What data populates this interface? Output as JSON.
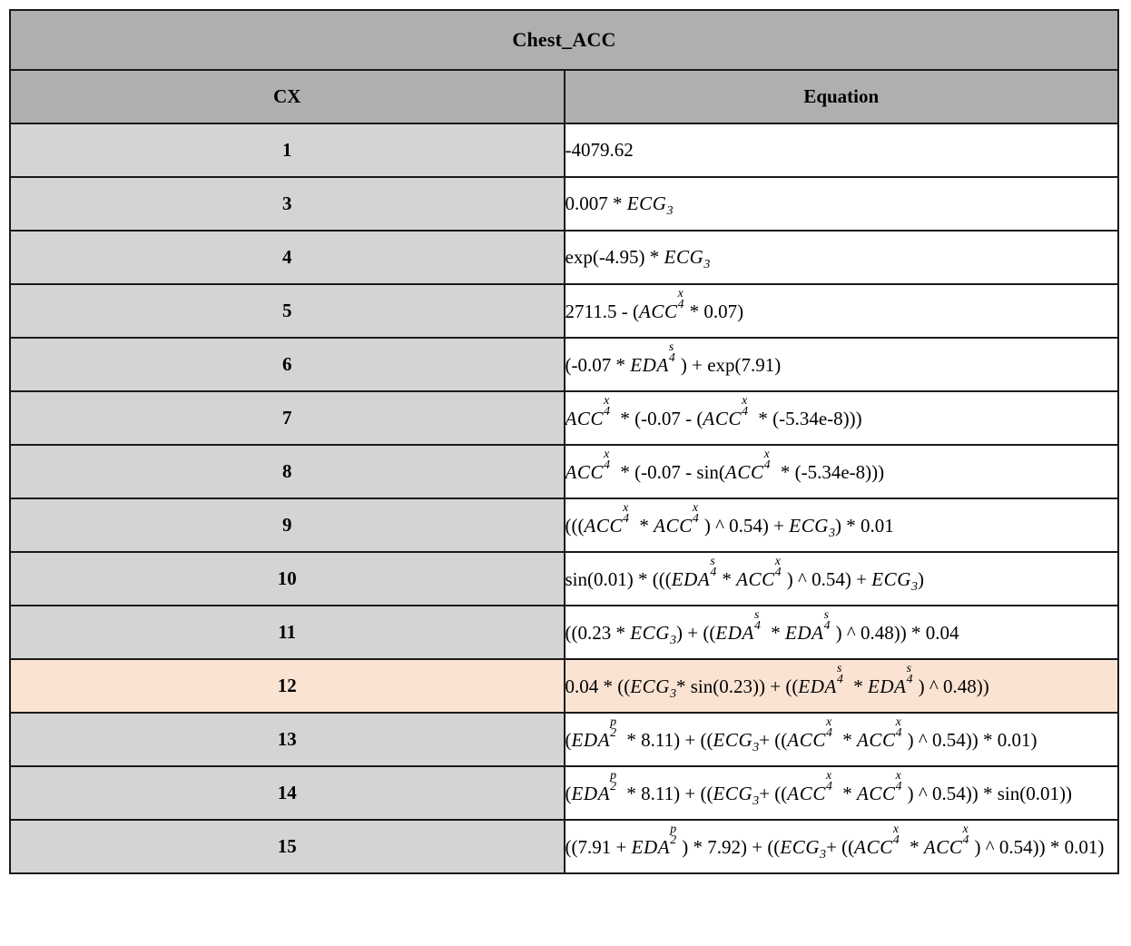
{
  "table": {
    "title": "Chest_ACC",
    "columns": [
      {
        "key": "cx",
        "label": "CX"
      },
      {
        "key": "equation",
        "label": "Equation"
      }
    ],
    "highlight_color": "#FAE3D3",
    "header_color": "#AFAFAF",
    "index_column_color": "#D4D4D4",
    "border_color": "#1A1A1A",
    "rows": [
      {
        "cx": "1",
        "highlighted": false,
        "equation_text": "-4079.62",
        "equation": [
          {
            "t": "p",
            "v": "-4079.62"
          }
        ]
      },
      {
        "cx": "3",
        "highlighted": false,
        "equation_text": "0.007 * ECG_3",
        "equation": [
          {
            "t": "p",
            "v": "0.007 * "
          },
          {
            "t": "v",
            "base": "ECG",
            "sub": "3"
          }
        ]
      },
      {
        "cx": "4",
        "highlighted": false,
        "equation_text": "exp(-4.95) * ECG_3",
        "equation": [
          {
            "t": "p",
            "v": "exp(-4.95) * "
          },
          {
            "t": "v",
            "base": "ECG",
            "sub": "3"
          }
        ]
      },
      {
        "cx": "5",
        "highlighted": false,
        "equation_text": "2711.5 - (ACC_4^x * 0.07)",
        "equation": [
          {
            "t": "p",
            "v": "2711.5 - ("
          },
          {
            "t": "v",
            "base": "ACC",
            "sub": "4",
            "sup": "x"
          },
          {
            "t": "p",
            "v": "* 0.07)"
          }
        ]
      },
      {
        "cx": "6",
        "highlighted": false,
        "equation_text": "(-0.07 * EDA_4^s) + exp(7.91)",
        "equation": [
          {
            "t": "p",
            "v": "(-0.07 * "
          },
          {
            "t": "v",
            "base": "EDA",
            "sub": "4",
            "sup": "s"
          },
          {
            "t": "p",
            "v": ") + exp(7.91)"
          }
        ]
      },
      {
        "cx": "7",
        "highlighted": false,
        "equation_text": "ACC_4^x * (-0.07 - (ACC_4^x * (-5.34e-8)))",
        "equation": [
          {
            "t": "v",
            "base": "ACC",
            "sub": "4",
            "sup": "x"
          },
          {
            "t": "p",
            "v": " * (-0.07 - ("
          },
          {
            "t": "v",
            "base": "ACC",
            "sub": "4",
            "sup": "x"
          },
          {
            "t": "p",
            "v": " * (-5.34e-8)))"
          }
        ]
      },
      {
        "cx": "8",
        "highlighted": false,
        "equation_text": "ACC_4^x * (-0.07 - sin(ACC_4^x * (-5.34e-8)))",
        "equation": [
          {
            "t": "v",
            "base": "ACC",
            "sub": "4",
            "sup": "x"
          },
          {
            "t": "p",
            "v": " * (-0.07 - sin("
          },
          {
            "t": "v",
            "base": "ACC",
            "sub": "4",
            "sup": "x"
          },
          {
            "t": "p",
            "v": " * (-5.34e-8)))"
          }
        ]
      },
      {
        "cx": "9",
        "highlighted": false,
        "equation_text": "(((ACC_4^x * ACC_4^x) ^ 0.54) + ECG_3) * 0.01",
        "equation": [
          {
            "t": "p",
            "v": "((("
          },
          {
            "t": "v",
            "base": "ACC",
            "sub": "4",
            "sup": "x"
          },
          {
            "t": "p",
            "v": " * "
          },
          {
            "t": "v",
            "base": "ACC",
            "sub": "4",
            "sup": "x"
          },
          {
            "t": "p",
            "v": ") ^ 0.54) + "
          },
          {
            "t": "v",
            "base": "ECG",
            "sub": "3"
          },
          {
            "t": "p",
            "v": ") * 0.01"
          }
        ]
      },
      {
        "cx": "10",
        "highlighted": false,
        "equation_text": "sin(0.01) * (((EDA_4^s * ACC_4^x) ^ 0.54) + ECG_3)",
        "equation": [
          {
            "t": "p",
            "v": "sin(0.01) * ((("
          },
          {
            "t": "v",
            "base": "EDA",
            "sub": "4",
            "sup": "s"
          },
          {
            "t": "p",
            "v": "* "
          },
          {
            "t": "v",
            "base": "ACC",
            "sub": "4",
            "sup": "x"
          },
          {
            "t": "p",
            "v": ") ^ 0.54) + "
          },
          {
            "t": "v",
            "base": "ECG",
            "sub": "3"
          },
          {
            "t": "p",
            "v": ")"
          }
        ]
      },
      {
        "cx": "11",
        "highlighted": false,
        "equation_text": "((0.23 * ECG_3) + ((EDA_4^s * EDA_4^s) ^ 0.48)) * 0.04",
        "equation": [
          {
            "t": "p",
            "v": "((0.23 * "
          },
          {
            "t": "v",
            "base": "ECG",
            "sub": "3"
          },
          {
            "t": "p",
            "v": ") + (("
          },
          {
            "t": "v",
            "base": "EDA",
            "sub": "4",
            "sup": "s"
          },
          {
            "t": "p",
            "v": " * "
          },
          {
            "t": "v",
            "base": "EDA",
            "sub": "4",
            "sup": "s"
          },
          {
            "t": "p",
            "v": ") ^ 0.48)) * 0.04"
          }
        ]
      },
      {
        "cx": "12",
        "highlighted": true,
        "equation_text": "0.04 * ((ECG_3 * sin(0.23)) + ((EDA_4^s * EDA_4^s) ^ 0.48))",
        "equation": [
          {
            "t": "p",
            "v": "0.04 * (("
          },
          {
            "t": "v",
            "base": "ECG",
            "sub": "3"
          },
          {
            "t": "p",
            "v": "* sin(0.23)) + (("
          },
          {
            "t": "v",
            "base": "EDA",
            "sub": "4",
            "sup": "s"
          },
          {
            "t": "p",
            "v": " * "
          },
          {
            "t": "v",
            "base": "EDA",
            "sub": "4",
            "sup": "s"
          },
          {
            "t": "p",
            "v": ") ^ 0.48))"
          }
        ]
      },
      {
        "cx": "13",
        "highlighted": false,
        "equation_text": "(EDA_2^p * 8.11) + ((ECG_3 + ((ACC_4^x * ACC_4^x) ^ 0.54)) * 0.01)",
        "equation": [
          {
            "t": "p",
            "v": "("
          },
          {
            "t": "v",
            "base": "EDA",
            "sub": "2",
            "sup": "p"
          },
          {
            "t": "p",
            "v": " * 8.11) + (("
          },
          {
            "t": "v",
            "base": "ECG",
            "sub": "3"
          },
          {
            "t": "p",
            "v": "+ (("
          },
          {
            "t": "v",
            "base": "ACC",
            "sub": "4",
            "sup": "x"
          },
          {
            "t": "p",
            "v": " * "
          },
          {
            "t": "v",
            "base": "ACC",
            "sub": "4",
            "sup": "x"
          },
          {
            "t": "p",
            "v": ") ^ 0.54)) * 0.01)"
          }
        ]
      },
      {
        "cx": "14",
        "highlighted": false,
        "equation_text": "(EDA_2^p * 8.11) + ((ECG_3 + ((ACC_4^x * ACC_4^x) ^ 0.54)) * sin(0.01))",
        "equation": [
          {
            "t": "p",
            "v": "("
          },
          {
            "t": "v",
            "base": "EDA",
            "sub": "2",
            "sup": "p"
          },
          {
            "t": "p",
            "v": " * 8.11) + (("
          },
          {
            "t": "v",
            "base": "ECG",
            "sub": "3"
          },
          {
            "t": "p",
            "v": "+ (("
          },
          {
            "t": "v",
            "base": "ACC",
            "sub": "4",
            "sup": "x"
          },
          {
            "t": "p",
            "v": " * "
          },
          {
            "t": "v",
            "base": "ACC",
            "sub": "4",
            "sup": "x"
          },
          {
            "t": "p",
            "v": ") ^ 0.54)) * sin(0.01))"
          }
        ]
      },
      {
        "cx": "15",
        "highlighted": false,
        "equation_text": "((7.91 + EDA_2^p) * 7.92) + ((ECG_3 + ((ACC_4^x * ACC_4^x) ^ 0.54)) * 0.01)",
        "equation": [
          {
            "t": "p",
            "v": "((7.91 + "
          },
          {
            "t": "v",
            "base": "EDA",
            "sub": "2",
            "sup": "p"
          },
          {
            "t": "p",
            "v": ") * 7.92) + (("
          },
          {
            "t": "v",
            "base": "ECG",
            "sub": "3"
          },
          {
            "t": "p",
            "v": "+ (("
          },
          {
            "t": "v",
            "base": "ACC",
            "sub": "4",
            "sup": "x"
          },
          {
            "t": "p",
            "v": " * "
          },
          {
            "t": "v",
            "base": "ACC",
            "sub": "4",
            "sup": "x"
          },
          {
            "t": "p",
            "v": ") ^ 0.54)) * 0.01)"
          }
        ]
      }
    ]
  }
}
